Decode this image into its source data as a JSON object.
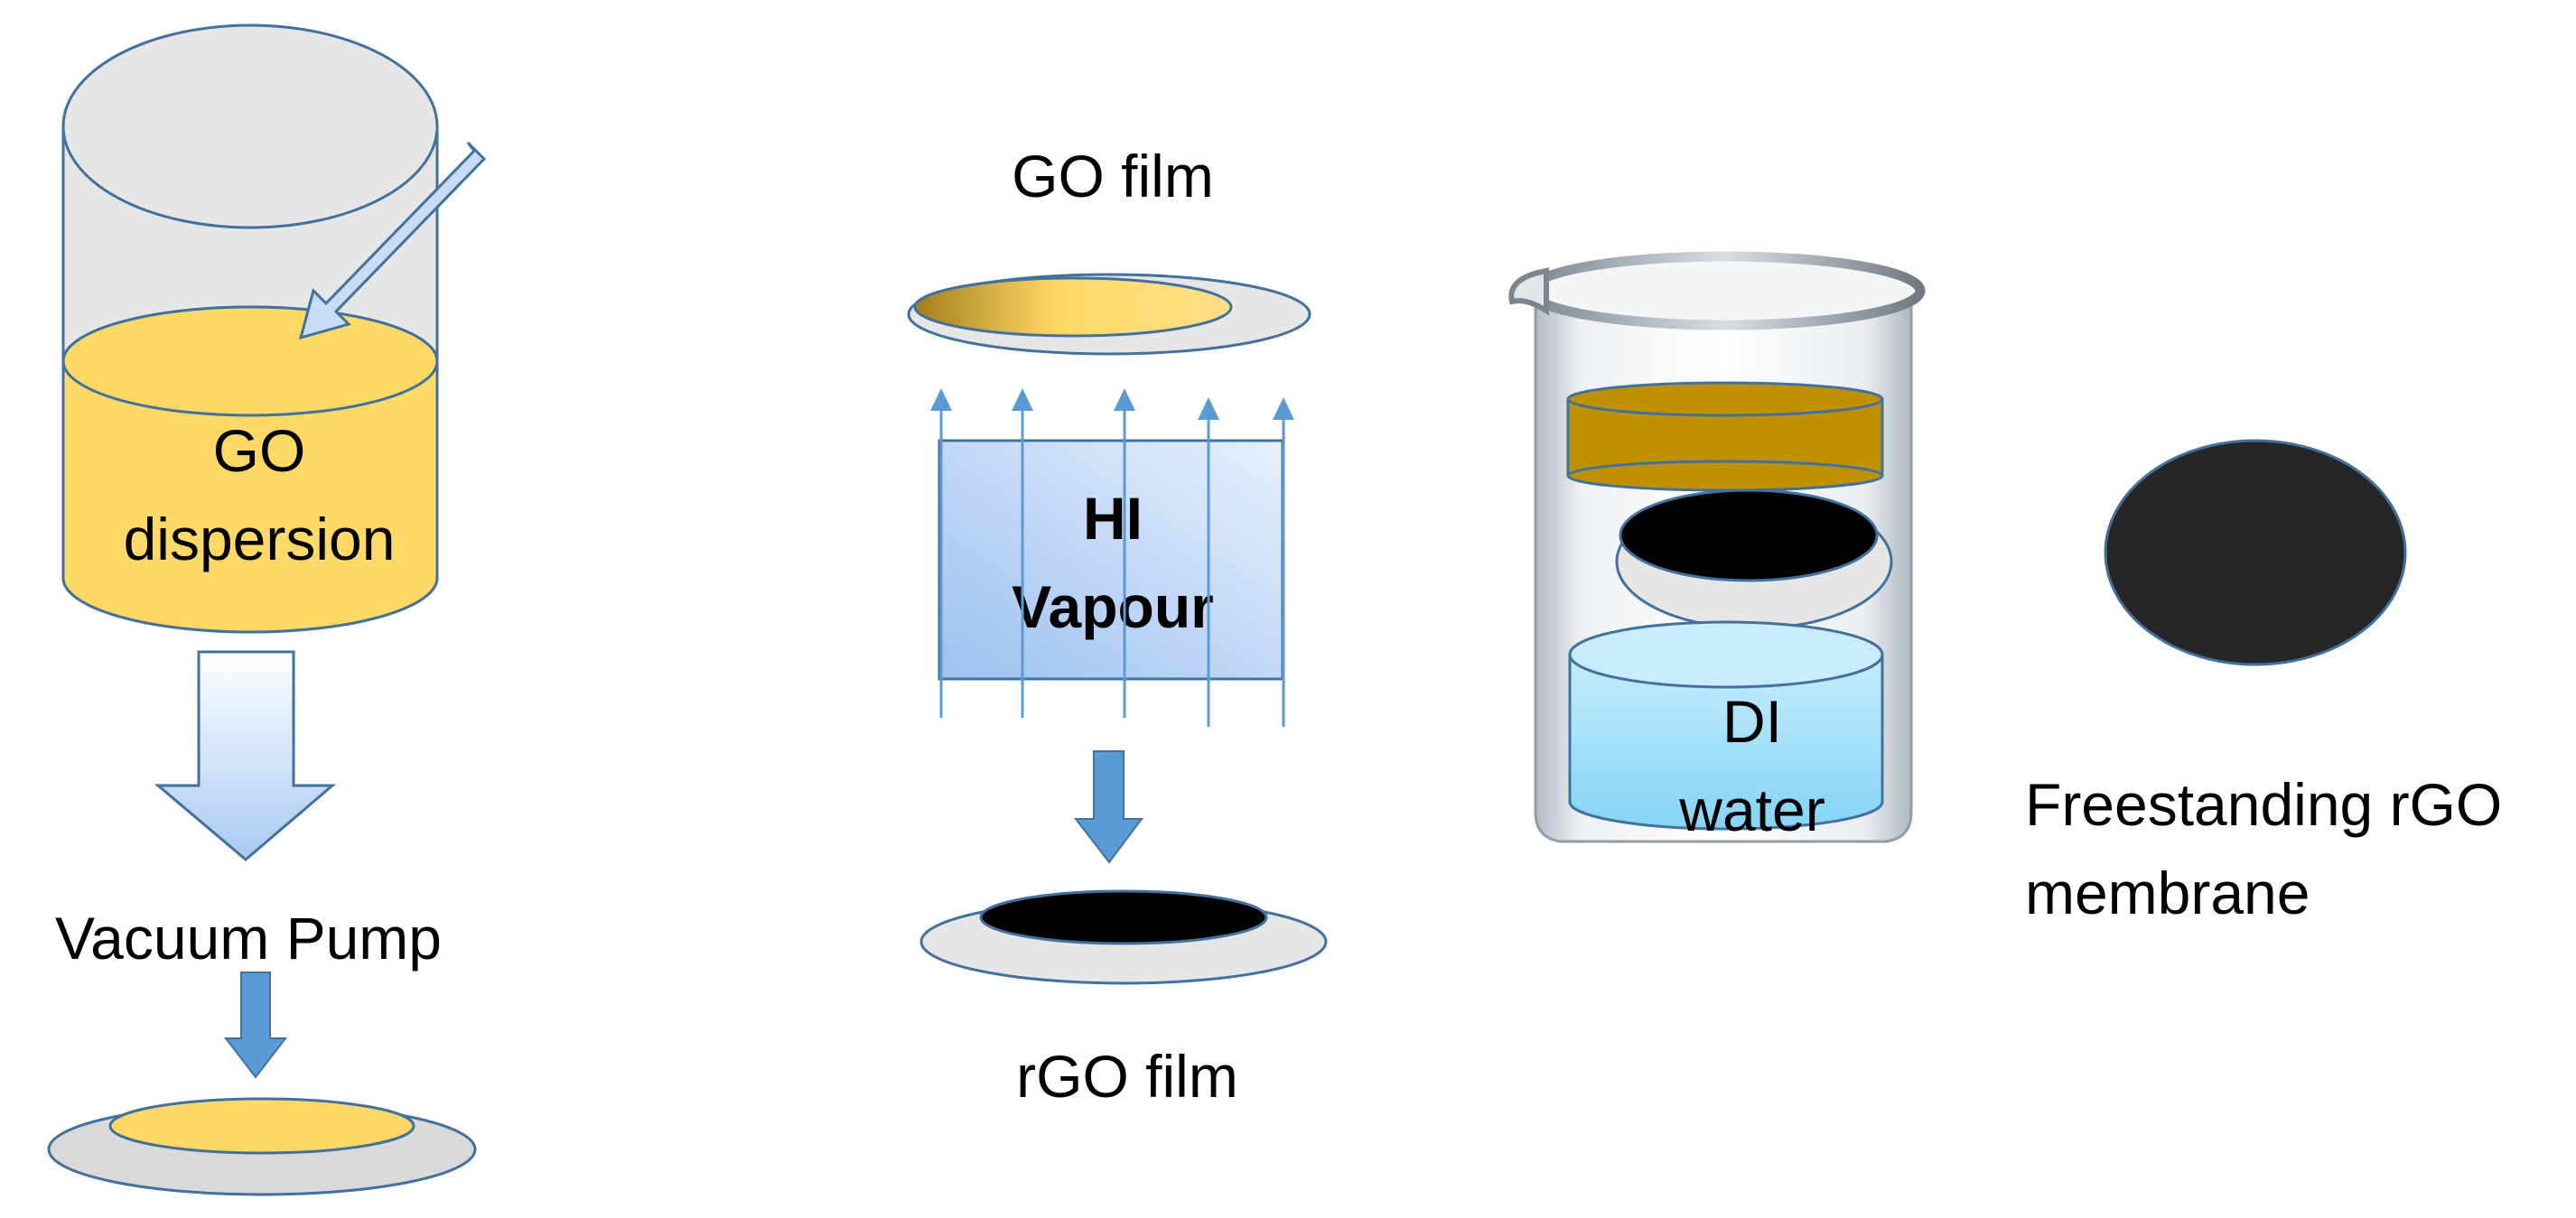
{
  "labels": {
    "go_dispersion_line1": "GO",
    "go_dispersion_line2": "dispersion",
    "vacuum_pump": "Vacuum Pump",
    "go_film": "GO film",
    "hi_vapour_line1": "HI",
    "hi_vapour_line2": "Vapour",
    "rgo_film": "rGO film",
    "di_water_line1": "DI",
    "di_water_line2": "water",
    "freestanding_line1": "Freestanding rGO",
    "freestanding_line2": "membrane"
  },
  "colors": {
    "go_yellow": "#ffd966",
    "outline_blue": "#41719c",
    "arrow_blue": "#5b9bd5",
    "cylinder_grey": "#e6e6e6",
    "amber_layer": "#bf9000",
    "water_blue": "#9fdcf7",
    "rgo_black": "#000000",
    "membrane_dark": "#262626"
  }
}
